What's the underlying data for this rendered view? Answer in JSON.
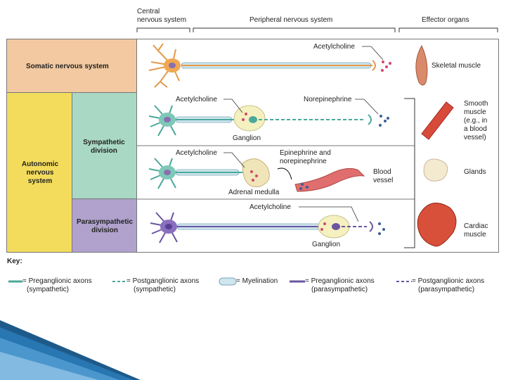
{
  "header": {
    "cns": [
      "Central",
      "nervous system"
    ],
    "pns": "Peripheral nervous system",
    "effector": "Effector organs"
  },
  "rows": {
    "somatic": "Somatic nervous system",
    "autonomic": [
      "Autonomic",
      "nervous",
      "system"
    ],
    "sympathetic": [
      "Sympathetic",
      "division"
    ],
    "parasympathetic": [
      "Parasympathetic",
      "division"
    ]
  },
  "labels": {
    "ach_somatic": "Acetylcholine",
    "ach_symp": "Acetylcholine",
    "norepinephrine": "Norepinephrine",
    "ganglion_symp": "Ganglion",
    "ach_adrenal": "Acetylcholine",
    "epi": [
      "Epinephrine and",
      "norepinephrine"
    ],
    "blood_vessel": [
      "Blood",
      "vessel"
    ],
    "adrenal_medulla": "Adrenal medulla",
    "ach_para": "Acetylcholine",
    "ganglion_para": "Ganglion"
  },
  "effectors": {
    "skeletal": "Skeletal muscle",
    "smooth": [
      "Smooth",
      "muscle",
      "(e.g., in",
      "a blood",
      "vessel)"
    ],
    "glands": "Glands",
    "cardiac": [
      "Cardiac",
      "muscle"
    ]
  },
  "key": {
    "title": "Key:",
    "items": [
      {
        "line1": "= Preganglionic axons",
        "line2": "(sympathetic)"
      },
      {
        "line1": "= Postganglionic axons",
        "line2": "(sympathetic)"
      },
      {
        "line1": "= Myelination",
        "line2": ""
      },
      {
        "line1": "= Preganglionic axons",
        "line2": "(parasympathetic)"
      },
      {
        "line1": "= Postganglionic axons",
        "line2": "(parasympathetic)"
      }
    ]
  },
  "colors": {
    "somatic_bg": "#f2c9a0",
    "autonomic_bg": "#f3dc5c",
    "sympathetic_bg": "#a9d8c5",
    "parasympathetic_bg": "#b0a2cc",
    "sympathetic_axon": "#4aa99a",
    "parasympathetic_axon": "#6a55a0",
    "somatic_neuron": "#e39a4a"
  }
}
